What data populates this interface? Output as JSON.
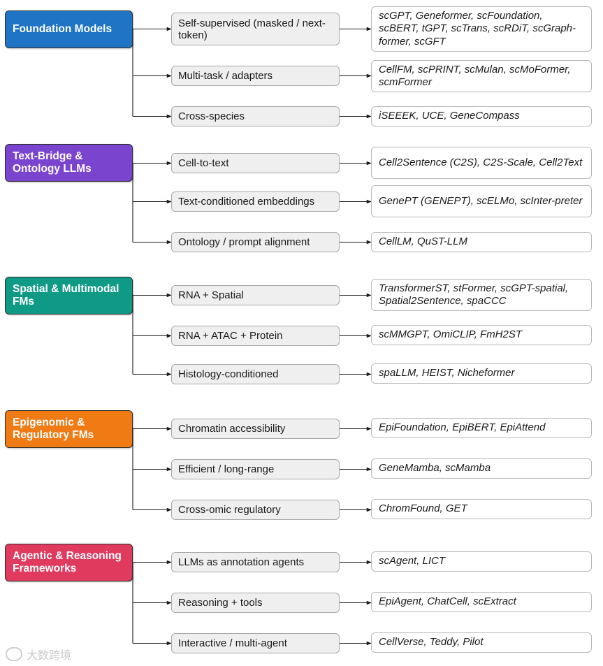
{
  "colors": {
    "connector": "#1a1a1a"
  },
  "categories": [
    {
      "label": "Foundation Models",
      "color": "#1f74c6",
      "subcategories": [
        {
          "label": "Self-supervised (masked / next-token)",
          "examples": "scGPT, Geneformer, scFoundation, scBERT, tGPT, scTrans, scRDiT, scGraph-former, scGFT"
        },
        {
          "label": "Multi-task / adapters",
          "examples": "CellFM, scPRINT, scMulan, scMoFormer, scmFormer"
        },
        {
          "label": "Cross-species",
          "examples": "iSEEEK, UCE, GeneCompass"
        }
      ]
    },
    {
      "label": "Text-Bridge & Ontology LLMs",
      "color": "#7a44cf",
      "subcategories": [
        {
          "label": "Cell-to-text",
          "examples": "Cell2Sentence (C2S), C2S-Scale, Cell2Text"
        },
        {
          "label": "Text-conditioned embeddings",
          "examples": "GenePT (GENEPT), scELMo, scInter-preter"
        },
        {
          "label": "Ontology / prompt alignment",
          "examples": "CellLM, QuST-LLM"
        }
      ]
    },
    {
      "label": "Spatial & Multimodal FMs",
      "color": "#0f9a86",
      "subcategories": [
        {
          "label": "RNA + Spatial",
          "examples": "TransformerST, stFormer, scGPT-spatial, Spatial2Sentence, spaCCC"
        },
        {
          "label": "RNA + ATAC + Protein",
          "examples": "scMMGPT, OmiCLIP, FmH2ST"
        },
        {
          "label": "Histology-conditioned",
          "examples": "spaLLM, HEIST, Nicheformer"
        }
      ]
    },
    {
      "label": "Epigenomic & Regulatory FMs",
      "color": "#f07a14",
      "subcategories": [
        {
          "label": "Chromatin accessibility",
          "examples": "EpiFoundation, EpiBERT, EpiAttend"
        },
        {
          "label": "Efficient / long-range",
          "examples": "GeneMamba, scMamba"
        },
        {
          "label": "Cross-omic regulatory",
          "examples": "ChromFound, GET"
        }
      ]
    },
    {
      "label": "Agentic & Reasoning Frameworks",
      "color": "#e03a5e",
      "subcategories": [
        {
          "label": "LLMs as annotation agents",
          "examples": "scAgent, LICT"
        },
        {
          "label": "Reasoning + tools",
          "examples": "EpiAgent, ChatCell, scExtract"
        },
        {
          "label": "Interactive / multi-agent",
          "examples": "CellVerse, Teddy, Pilot"
        }
      ]
    }
  ],
  "watermark": {
    "text": "大数跨境",
    "icon": "watermark-logo-icon"
  }
}
